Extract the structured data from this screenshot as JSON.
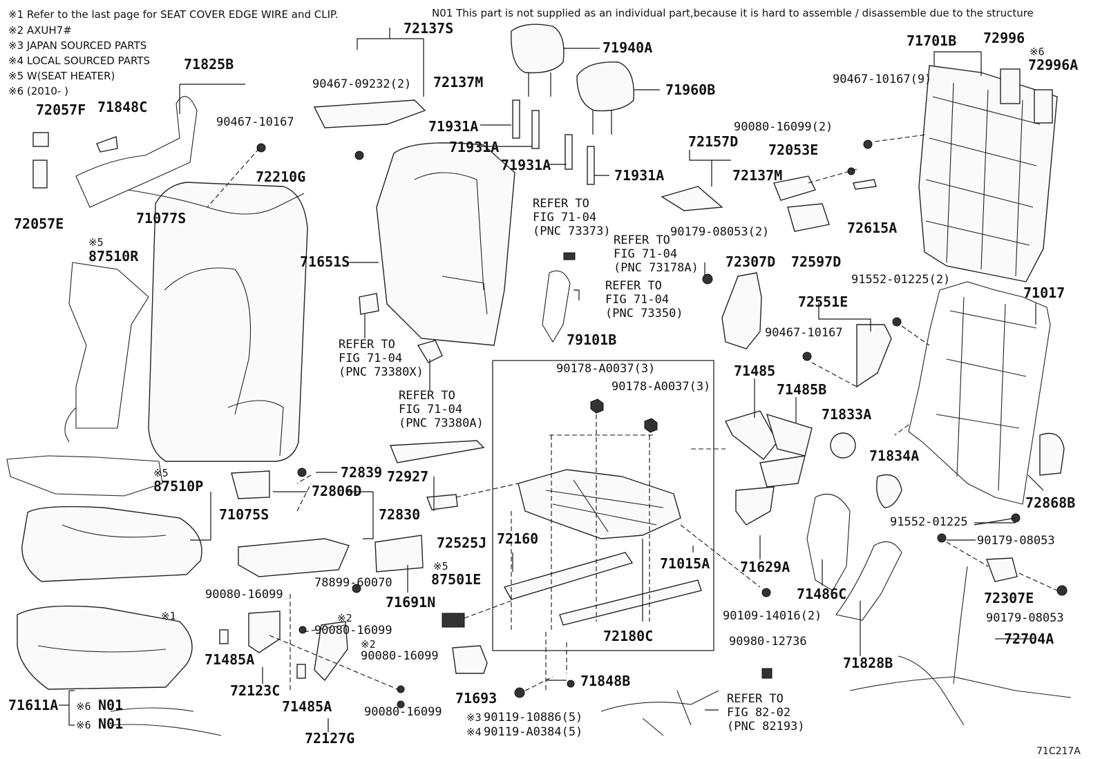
{
  "notes": {
    "n1": "※1 Refer to the last page for SEAT COVER EDGE WIRE and CLIP.",
    "n2": "※2 AXUH7#",
    "n3": "※3 JAPAN SOURCED PARTS",
    "n4": "※4 LOCAL SOURCED PARTS",
    "n5": "※5 W(SEAT HEATER)",
    "n6": "※6 (2010-      )",
    "n01": "N01 This part is not supplied as an individual part,because it is hard to assemble / disassemble due to the structure"
  },
  "figure_id": "71C217A",
  "labels": {
    "p72137S": "72137S",
    "p71940A": "71940A",
    "p71960B": "71960B",
    "p71701B": "71701B",
    "p72996": "72996",
    "x6a": "※6",
    "p72996A": "72996A",
    "p71825B": "71825B",
    "p90467_09232": "90467-09232(2)",
    "p72137M_a": "72137M",
    "p90467_10167_9": "90467-10167(9)",
    "p72057F": "72057F",
    "p71848C": "71848C",
    "p90467_10167_a": "90467-10167",
    "p71931A_1": "71931A",
    "p71931A_2": "71931A",
    "p71931A_3": "71931A",
    "p71931A_4": "71931A",
    "p90080_16099_2": "90080-16099(2)",
    "p72157D": "72157D",
    "p72053E": "72053E",
    "p72137M_b": "72137M",
    "p72210G": "72210G",
    "p72057E": "72057E",
    "p71077S": "71077S",
    "ref1a": "REFER TO",
    "ref1b": "FIG 71-04",
    "ref1c": "(PNC 73373)",
    "p72615A": "72615A",
    "x5a": "※5",
    "p87510R": "87510R",
    "p90179_08053_2": "90179-08053(2)",
    "ref2a": "REFER TO",
    "ref2b": "FIG 71-04",
    "ref2c": "(PNC 73178A)",
    "p72597D": "72597D",
    "p71651S": "71651S",
    "p72307D": "72307D",
    "p91552_01225_2": "91552-01225(2)",
    "ref3a": "REFER TO",
    "ref3b": "FIG 71-04",
    "ref3c": "(PNC 73350)",
    "p71017": "71017",
    "p72551E": "72551E",
    "ref4a": "REFER TO",
    "ref4b": "FIG 71-04",
    "ref4c": "(PNC 73380X)",
    "p79101B": "79101B",
    "p90467_10167_b": "90467-10167",
    "p90178_a": "90178-A0037(3)",
    "p90178_b": "90178-A0037(3)",
    "p71485": "71485",
    "p71485B": "71485B",
    "ref5a": "REFER TO",
    "ref5b": "FIG 71-04",
    "ref5c": "(PNC 73380A)",
    "p71833A": "71833A",
    "p71834A": "71834A",
    "x5b": "※5",
    "p87510P": "87510P",
    "p72839": "72839",
    "p72927": "72927",
    "p72868B": "72868B",
    "p72806D": "72806D",
    "p71075S": "71075S",
    "p72830": "72830",
    "p72525J": "72525J",
    "p91552_01225": "91552-01225",
    "p90179_08053_a": "90179-08053",
    "p72160": "72160",
    "p71015A": "71015A",
    "p71629A": "71629A",
    "p78899": "78899-60070",
    "x5c": "※5",
    "p87501E": "87501E",
    "p71486C": "71486C",
    "p72307E": "72307E",
    "p90179_08053_b": "90179-08053",
    "p90080_16099_a": "90080-16099",
    "p71691N": "71691N",
    "p90109": "90109-14016(2)",
    "x1": "※1",
    "x2a": "※2",
    "p90080_16099_b": "90080-16099",
    "p72180C": "72180C",
    "x2b": "※2",
    "p90080_16099_c": "90080-16099",
    "p90980": "90980-12736",
    "p72704A": "72704A",
    "p71485A_a": "71485A",
    "p71828B": "71828B",
    "p72123C": "72123C",
    "p71693": "71693",
    "p71848B": "71848B",
    "ref6a": "REFER TO",
    "ref6b": "FIG 82-02",
    "ref6c": "(PNC 82193)",
    "p71611A": "71611A",
    "x6b": "※6",
    "n01a": "N01",
    "p71485A_b": "71485A",
    "x6c": "※6",
    "n01b": "N01",
    "x3": "※3",
    "p90119_10886": "90119-10886(5)",
    "x4": "※4",
    "p90119_A0384": "90119-A0384(5)",
    "p90080_16099_d": "90080-16099",
    "p72127G": "72127G"
  }
}
